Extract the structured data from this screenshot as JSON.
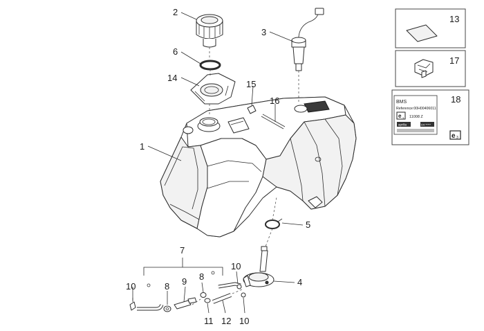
{
  "callouts": {
    "c1": "1",
    "c2": "2",
    "c3": "3",
    "c4": "4",
    "c5": "5",
    "c6": "6",
    "c7": "7",
    "c8a": "8",
    "c8b": "8",
    "c9": "9",
    "c10a": "10",
    "c10b": "10",
    "c10c": "10",
    "c11": "11",
    "c12": "12",
    "c13": "13",
    "c14": "14",
    "c15": "15",
    "c16": "16",
    "c17": "17",
    "c18": "18"
  },
  "label_plate": {
    "title": "BMS",
    "reference": "Reference:00H00406011",
    "e_mark": "e",
    "e_sub": "3",
    "approval": "11008 Z",
    "brand": "aprilia",
    "code": "D4 *****"
  },
  "colors": {
    "line": "#2b2b2b",
    "background": "#ffffff",
    "box_border": "#444444"
  }
}
